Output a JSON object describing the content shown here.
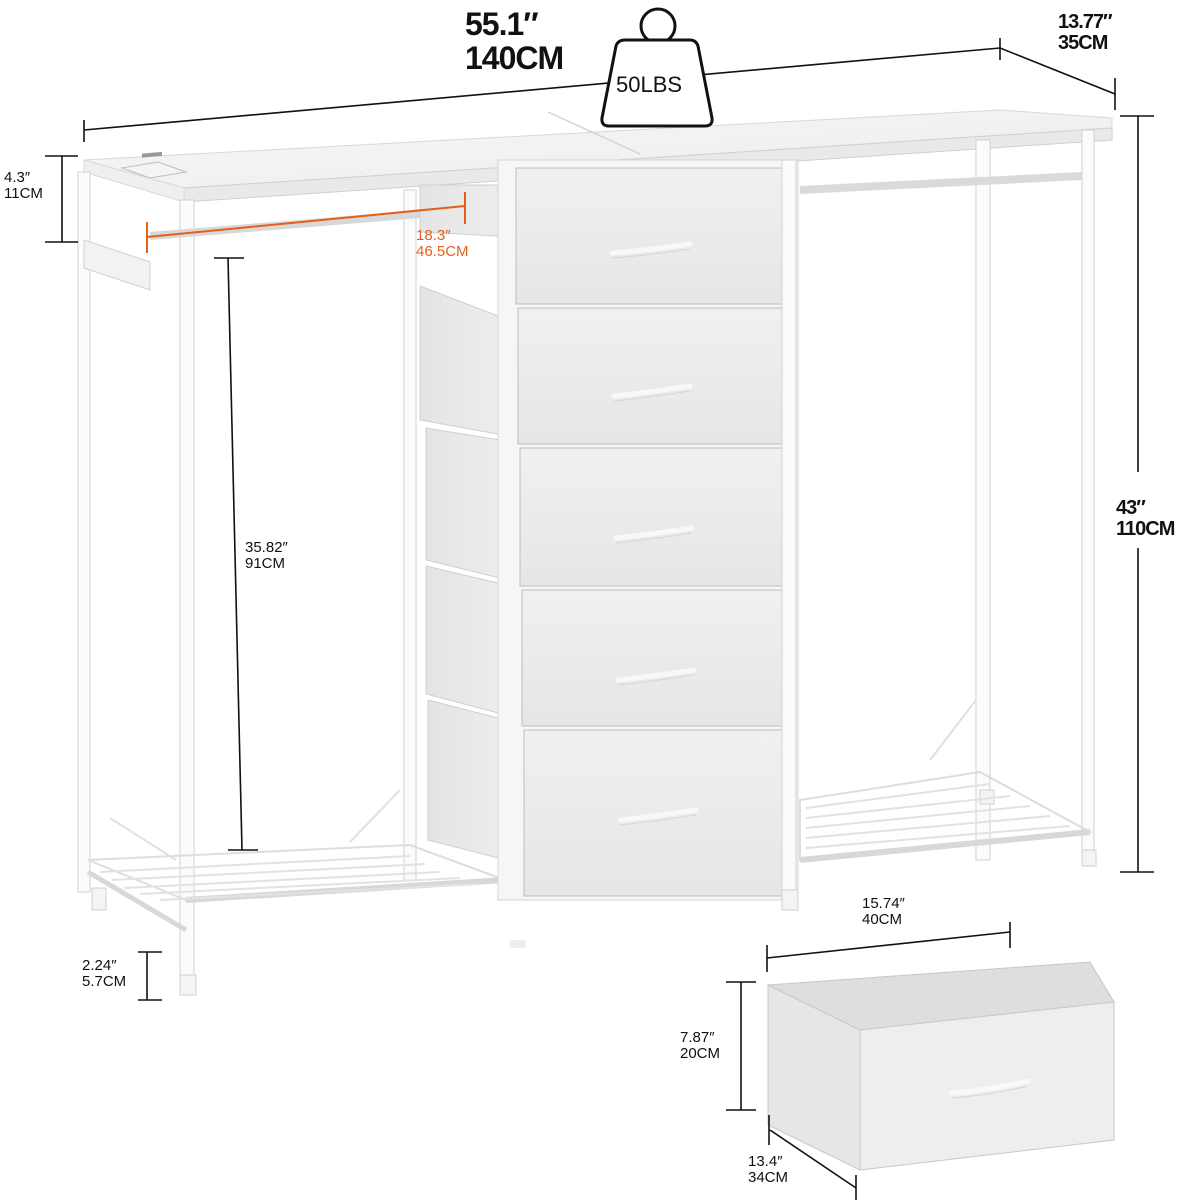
{
  "product": {
    "type": "dresser-with-clothes-racks",
    "color": "#f2f2f2",
    "frame_color": "#ffffff",
    "accent_color": "#e3601b",
    "drawer_count": 5,
    "side_fabric_bin_count": 5,
    "features": [
      "power-outlet-strip",
      "side-hooks",
      "two-hanging-rods",
      "two-bottom-wire-shelves",
      "adjustable-feet"
    ]
  },
  "weight_capacity": {
    "icon": "kettlebell-weight-icon",
    "label": "50LBS"
  },
  "dimensions": {
    "width": {
      "inch": "55.1″",
      "cm": "140CM"
    },
    "depth": {
      "inch": "13.77″",
      "cm": "35CM"
    },
    "height": {
      "inch": "43″",
      "cm": "110CM"
    },
    "hook_height": {
      "inch": "4.3″",
      "cm": "11CM"
    },
    "rod_length": {
      "inch": "18.3″",
      "cm": "46.5CM"
    },
    "hanging_space": {
      "inch": "35.82″",
      "cm": "91CM"
    },
    "ground_clearance": {
      "inch": "2.24″",
      "cm": "5.7CM"
    },
    "drawer_width": {
      "inch": "15.74″",
      "cm": "40CM"
    },
    "drawer_height": {
      "inch": "7.87″",
      "cm": "20CM"
    },
    "drawer_depth": {
      "inch": "13.4″",
      "cm": "34CM"
    }
  }
}
